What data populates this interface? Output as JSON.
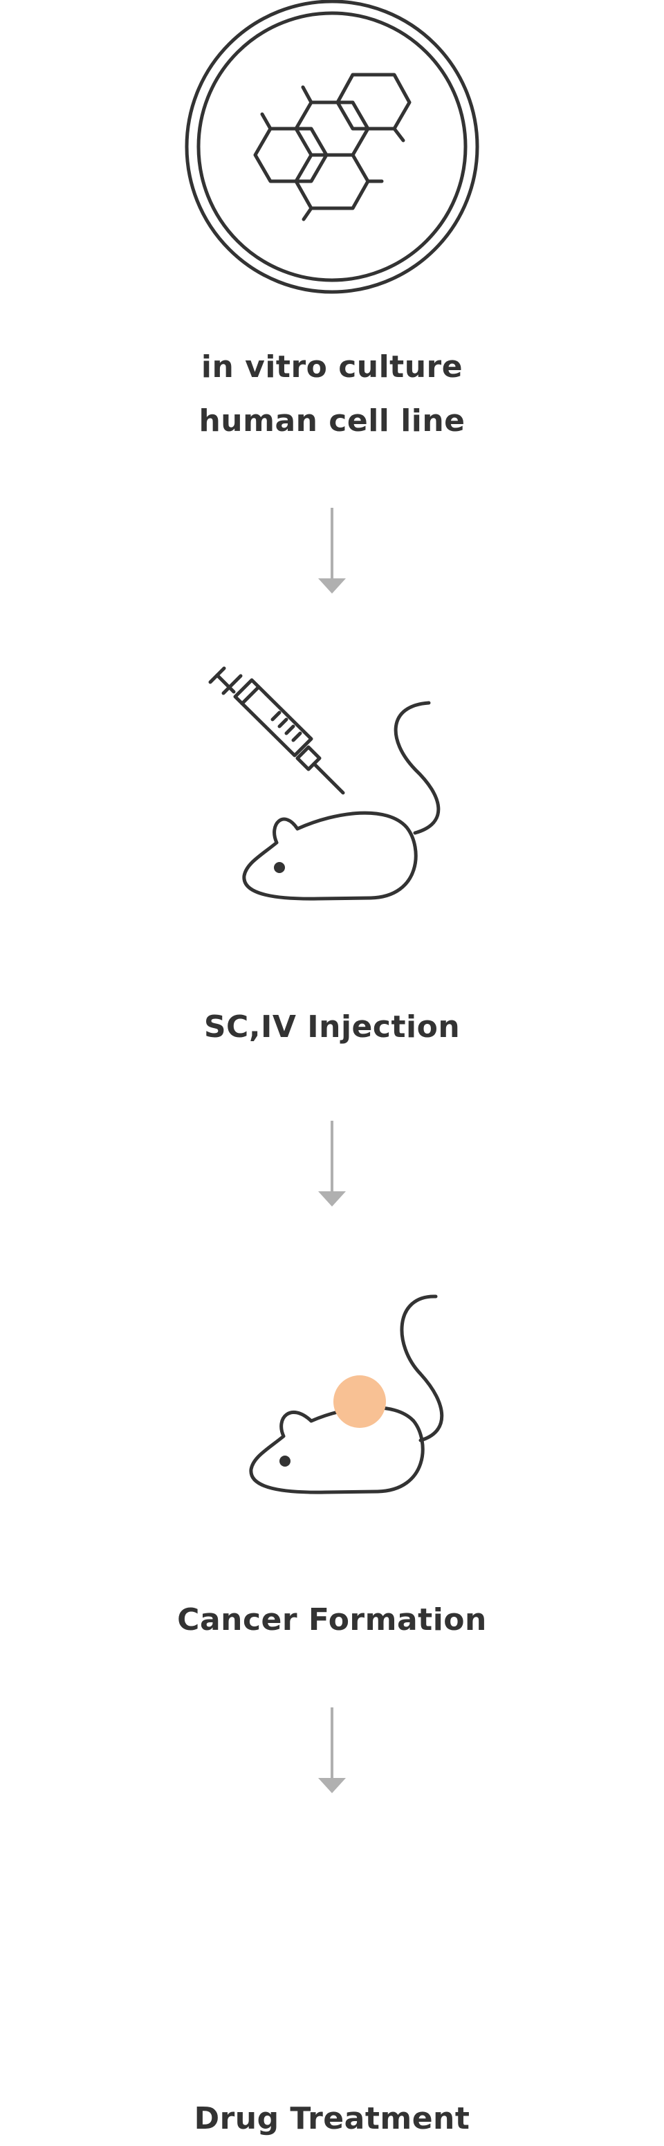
{
  "steps": [
    {
      "label_line1": "in vitro culture",
      "label_line2": "human cell line",
      "icon": "petri-dish-hexagon-icon"
    },
    {
      "label": "SC,IV Injection",
      "icon": "mouse-syringe-icon"
    },
    {
      "label": "Cancer Formation",
      "icon": "mouse-tumor-icon"
    },
    {
      "label": "Drug Treatment",
      "icon": ""
    }
  ],
  "colors": {
    "stroke": "#333333",
    "arrow": "#b0b0b0",
    "tumor": "#f8c194",
    "background": "#ffffff"
  }
}
